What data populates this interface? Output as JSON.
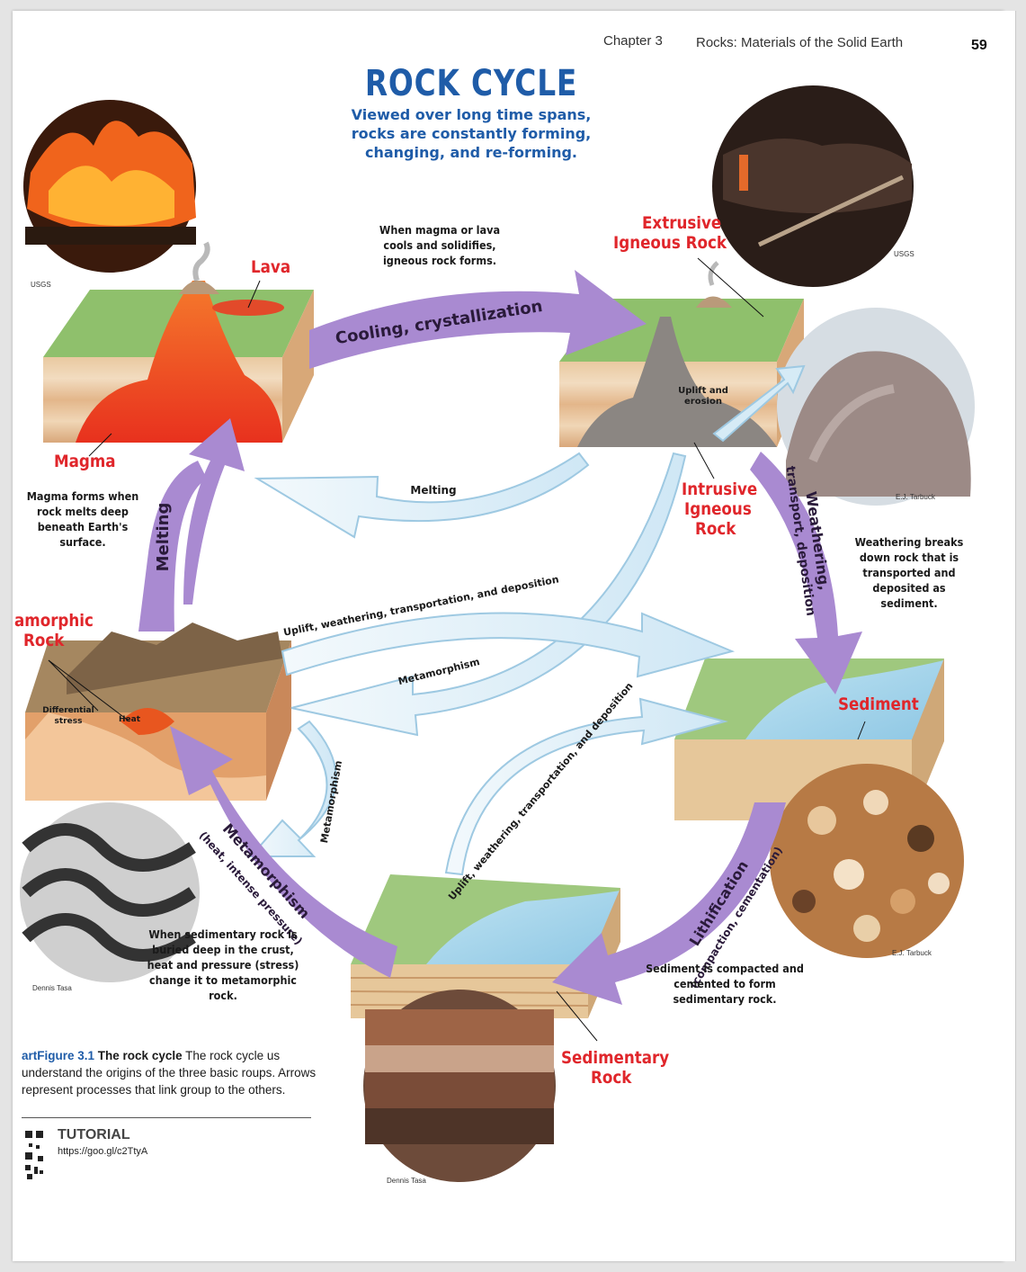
{
  "header": {
    "chapter": "Chapter 3",
    "running_title": "Rocks: Materials of the Solid Earth",
    "page_number": "59"
  },
  "diagram": {
    "title": "ROCK CYCLE",
    "subtitle": "Viewed over long time spans, rocks are constantly forming, changing, and re-forming."
  },
  "rock_labels": {
    "lava": "Lava",
    "magma": "Magma",
    "extrusive_line1": "Extrusive",
    "extrusive_line2": "Igneous Rock",
    "intrusive_line1": "Intrusive",
    "intrusive_line2": "Igneous",
    "intrusive_line3": "Rock",
    "metamorphic_line1": "amorphic",
    "metamorphic_line2": "Rock",
    "sediment": "Sediment",
    "sedimentary_line1": "Sedimentary",
    "sedimentary_line2": "Rock"
  },
  "process_labels": {
    "cooling": "Cooling, crystallization",
    "melting_big": "Melting",
    "melting_small": "Melting",
    "weathering_line1": "Weathering,",
    "weathering_line2": "transport, deposition",
    "lithification_line1": "Lithification",
    "lithification_line2": "(compaction, cementation)",
    "metamorphism_line1": "Metamorphism",
    "metamorphism_line2": "(heat, intense pressure)",
    "metamorphism_small": "Metamorphism",
    "metamorphism_loop": "Metamorphism",
    "uplift_upper": "Uplift, weathering, transportation, and deposition",
    "uplift_lower": "Uplift, weathering, transportation, and deposition",
    "uplift_erosion_line1": "Uplift and",
    "uplift_erosion_line2": "erosion",
    "differential_stress_line1": "Differential",
    "differential_stress_line2": "stress",
    "heat": "Heat"
  },
  "notes": {
    "igneous": "When magma or lava cools and solidifies, igneous rock forms.",
    "magma": "Magma forms when rock melts deep beneath Earth's surface.",
    "weathering": "Weathering breaks down rock that is transported and deposited as sediment.",
    "sediment": "Sediment is compacted and cemented to form sedimentary rock.",
    "metamorphic": "When sedimentary rock is buried deep in the crust, heat and pressure (stress) change it to metamorphic rock."
  },
  "credits": {
    "usgs_left": "USGS",
    "usgs_right": "USGS",
    "tarbuck_1": "E.J. Tarbuck",
    "tarbuck_2": "E.J. Tarbuck",
    "tasa_1": "Dennis Tasa",
    "tasa_2": "Dennis Tasa"
  },
  "caption": {
    "label": "artFigure 3.1",
    "title": "The rock cycle",
    "text": "The rock cycle us understand the origins of the three basic roups. Arrows represent processes that link group to the others."
  },
  "tutorial": {
    "label": "TUTORIAL",
    "url": "https://goo.gl/c2TtyA"
  },
  "colors": {
    "arrow_purple": "#a98ad1",
    "arrow_light_blue": "#d6ebf6",
    "title_blue": "#1f5ca8",
    "label_red": "#e0262b"
  }
}
